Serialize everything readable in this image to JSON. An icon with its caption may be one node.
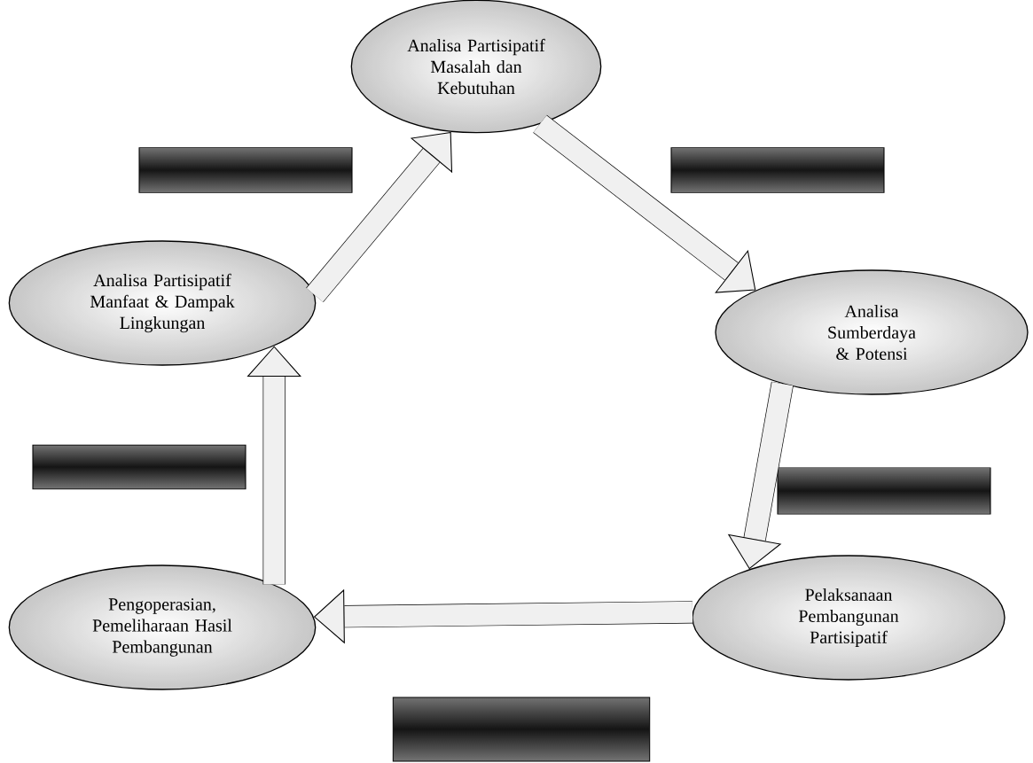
{
  "diagram": {
    "nodes": [
      {
        "text": [
          "Analisa Partisipatif Masalah dan Kebutuhan"
        ]
      },
      {
        "text": [],
        "shape": "bar"
      },
      {
        "text": [],
        "shape": "bar"
      },
      {
        "text": [
          "Analisa Partisipatif Manfaat & Dampak Lingkungan"
        ]
      },
      {
        "text": [
          "Analisa Sumberdaya & Potensi"
        ]
      },
      {
        "text": [],
        "shape": "bar"
      },
      {
        "text": [],
        "shape": "bar"
      },
      {
        "text": [
          "Pengoperasian, Pemeliharaan Hasil Pembangunan"
        ]
      },
      {
        "text": [
          "Pelaksanaan Pembangunan Partisipatif"
        ]
      },
      {
        "text": [],
        "shape": "bar"
      }
    ],
    "edges": [
      {
        "from": 0,
        "to": 4,
        "arrow": "to"
      },
      {
        "from": 4,
        "to": 8,
        "arrow": "to"
      },
      {
        "from": 8,
        "to": 7,
        "arrow": "to"
      },
      {
        "from": 7,
        "to": 3,
        "arrow": "to"
      },
      {
        "from": 3,
        "to": 0,
        "arrow": "to"
      }
    ]
  }
}
